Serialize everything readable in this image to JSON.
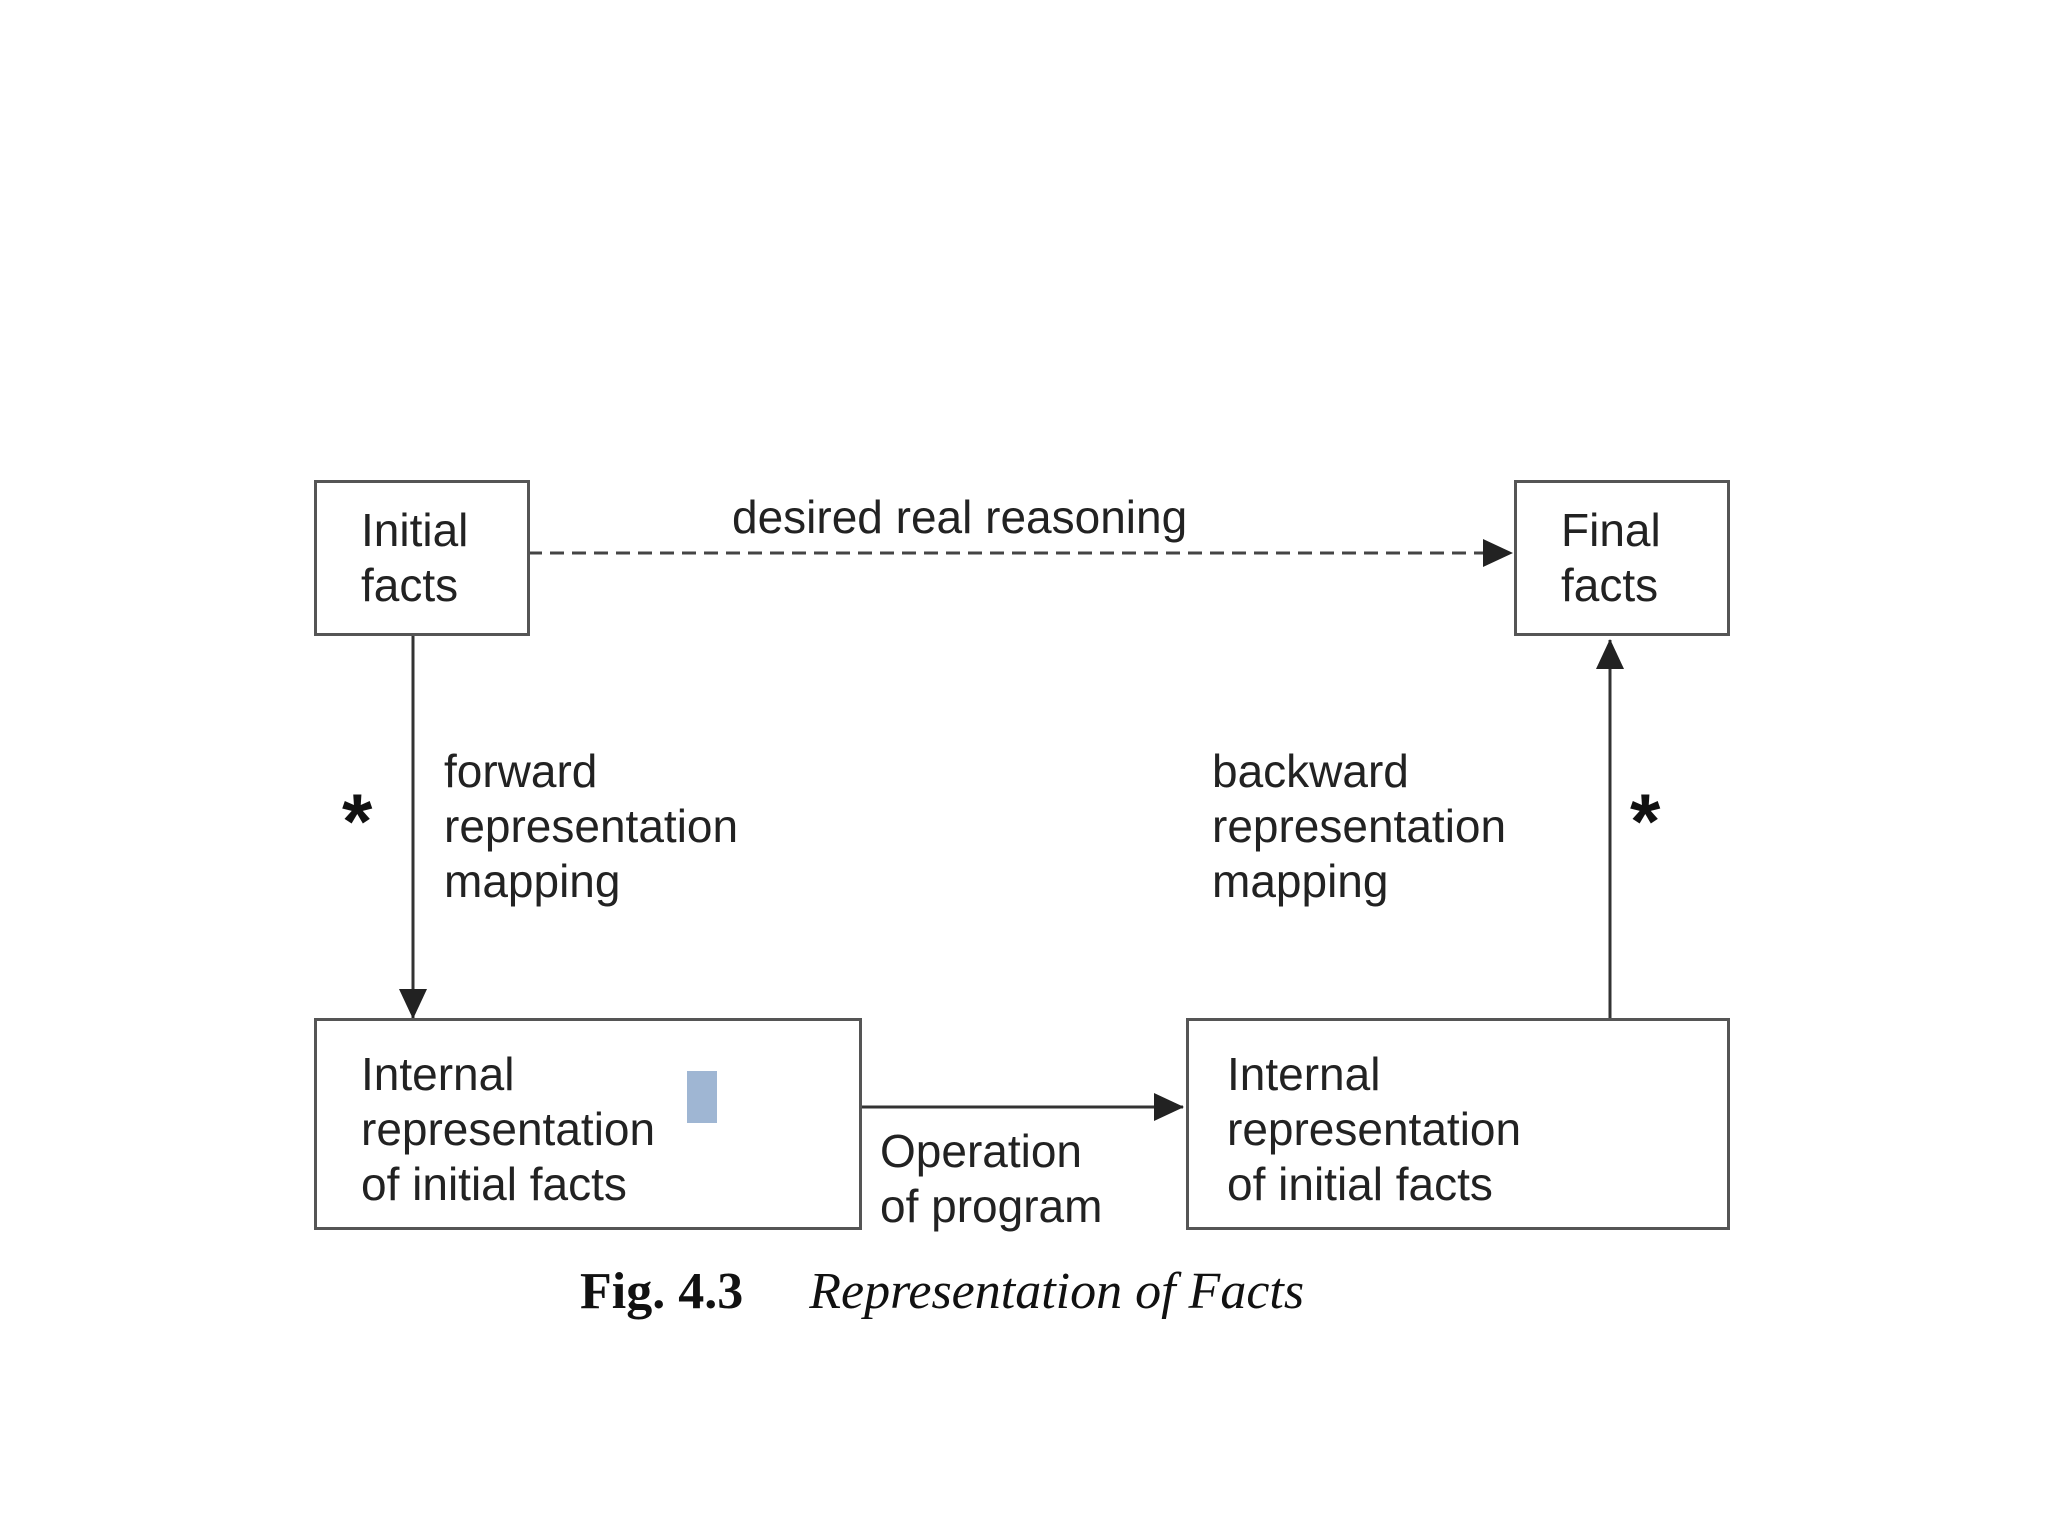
{
  "nodes": {
    "initial_facts": "Initial\nfacts",
    "final_facts": "Final\nfacts",
    "internal_left": "Internal\nrepresentation\nof initial facts",
    "internal_right": "Internal\nrepresentation\nof initial facts"
  },
  "edges": {
    "top": "desired real reasoning",
    "left": "forward\nrepresentation\nmapping",
    "right": "backward\nrepresentation\nmapping",
    "bottom": "Operation\nof program"
  },
  "markers": {
    "left_star": "*",
    "right_star": "*"
  },
  "caption": {
    "number": "Fig. 4.3",
    "title": "Representation of Facts"
  },
  "colors": {
    "stroke": "#555555",
    "text": "#222222",
    "highlight": "#9fb6d3"
  }
}
